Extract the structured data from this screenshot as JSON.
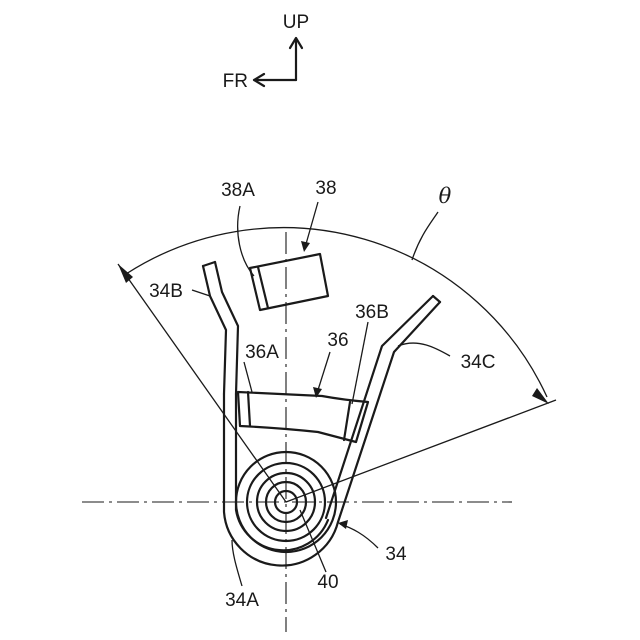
{
  "orientation": {
    "up_label": "UP",
    "front_label": "FR"
  },
  "labels": {
    "l38A": "38A",
    "l38": "38",
    "theta": "θ",
    "l34B": "34B",
    "l36B": "36B",
    "l36": "36",
    "l36A": "36A",
    "l34C": "34C",
    "l34": "34",
    "l40": "40",
    "l34A": "34A"
  }
}
